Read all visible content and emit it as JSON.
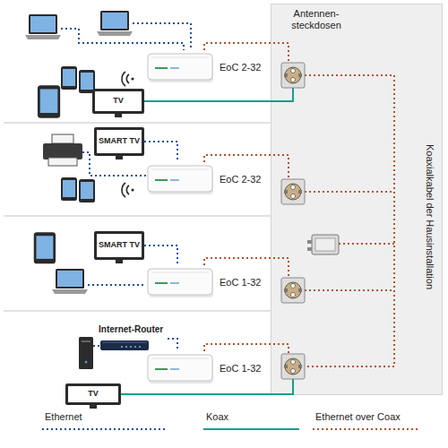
{
  "diagram": {
    "nodes": [
      {
        "text": [
          "Antennen- steckdosen",
          "Koaxialkabel der Hausinstallation"
        ]
      },
      {
        "text": [
          "EoC 2-32"
        ]
      },
      {
        "text": [
          "TV"
        ]
      },
      {
        "text": [
          "SMART TV"
        ]
      },
      {
        "text": [
          "EoC 2-32"
        ]
      },
      {
        "text": [
          "SMART TV"
        ]
      },
      {
        "text": [
          "EoC 1-32"
        ]
      },
      {
        "text": [
          "Internet-Router"
        ]
      },
      {
        "text": [
          "EoC 1-32"
        ]
      },
      {
        "text": [
          "TV"
        ]
      }
    ],
    "edges": [
      {
        "from": 3,
        "to": 4,
        "arrow": "none"
      },
      {
        "from": 5,
        "to": 6,
        "arrow": "none"
      },
      {
        "from": 7,
        "to": 8,
        "arrow": "none"
      }
    ],
    "legend": [
      {
        "text": "Ethernet"
      },
      {
        "text": "Koax"
      },
      {
        "text": "Ethernet over Coax"
      }
    ]
  }
}
